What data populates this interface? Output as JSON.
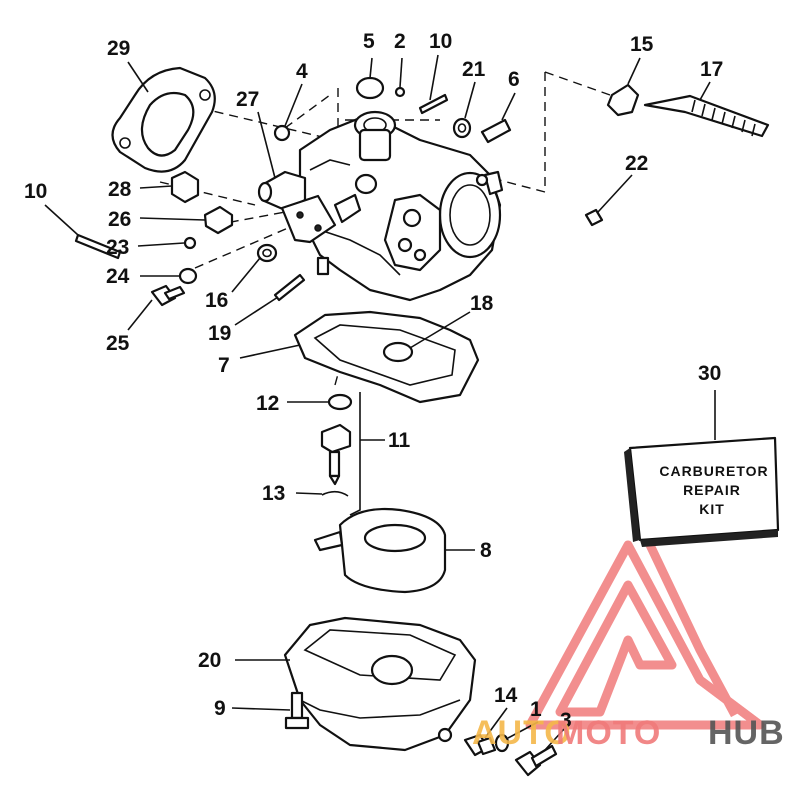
{
  "diagram": {
    "part_labels": [
      {
        "id": "29",
        "text": "29"
      },
      {
        "id": "5",
        "text": "5"
      },
      {
        "id": "2",
        "text": "2"
      },
      {
        "id": "10a",
        "text": "10"
      },
      {
        "id": "4",
        "text": "4"
      },
      {
        "id": "21",
        "text": "21"
      },
      {
        "id": "6",
        "text": "6"
      },
      {
        "id": "15",
        "text": "15"
      },
      {
        "id": "17",
        "text": "17"
      },
      {
        "id": "27",
        "text": "27"
      },
      {
        "id": "10b",
        "text": "10"
      },
      {
        "id": "28",
        "text": "28"
      },
      {
        "id": "26",
        "text": "26"
      },
      {
        "id": "23",
        "text": "23"
      },
      {
        "id": "24",
        "text": "24"
      },
      {
        "id": "25",
        "text": "25"
      },
      {
        "id": "22",
        "text": "22"
      },
      {
        "id": "16",
        "text": "16"
      },
      {
        "id": "19",
        "text": "19"
      },
      {
        "id": "18",
        "text": "18"
      },
      {
        "id": "7",
        "text": "7"
      },
      {
        "id": "12",
        "text": "12"
      },
      {
        "id": "11",
        "text": "11"
      },
      {
        "id": "13",
        "text": "13"
      },
      {
        "id": "8",
        "text": "8"
      },
      {
        "id": "30",
        "text": "30"
      },
      {
        "id": "20",
        "text": "20"
      },
      {
        "id": "9",
        "text": "9"
      },
      {
        "id": "14",
        "text": "14"
      },
      {
        "id": "1",
        "text": "1"
      },
      {
        "id": "3",
        "text": "3"
      }
    ],
    "kit_box": {
      "line1": "CARBURETOR",
      "line2": "REPAIR",
      "line3": "KIT"
    }
  },
  "watermark": {
    "part1": "AUTO",
    "part2": "MOTO",
    "part3": "HUB",
    "colors": {
      "triangle": "#f07b7b",
      "auto": "#f5b84a",
      "moto": "#f07b7b",
      "hub": "#555555"
    }
  }
}
